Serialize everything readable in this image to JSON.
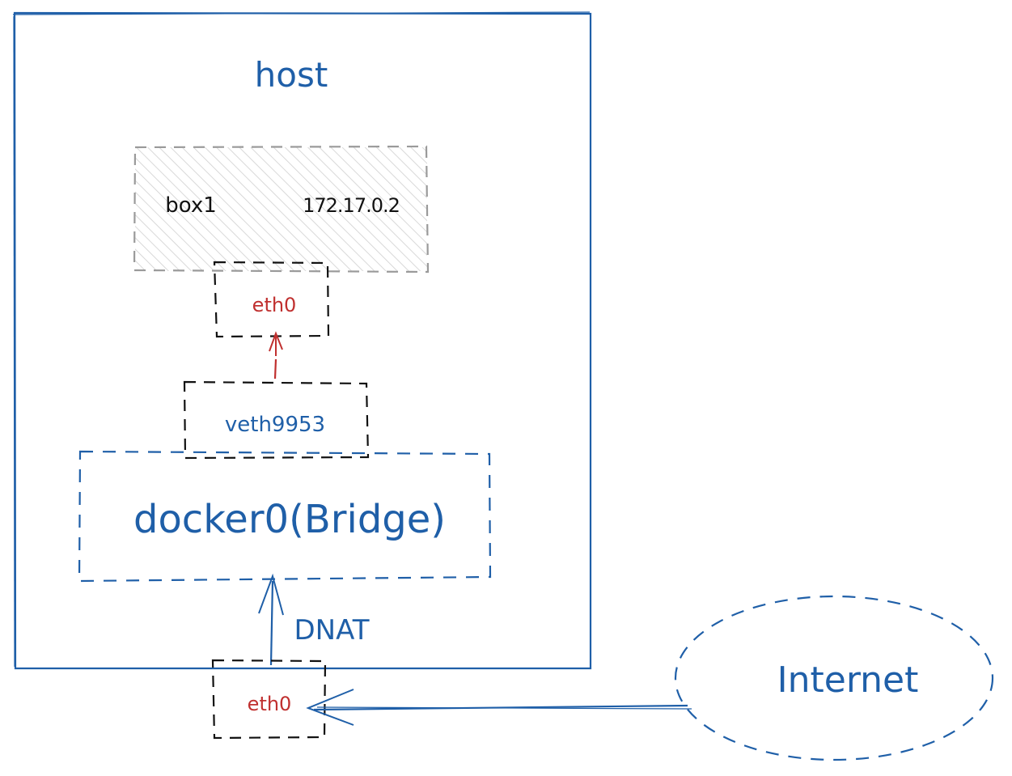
{
  "diagram": {
    "colors": {
      "blue": "#1f5fa8",
      "red": "#c0302f",
      "black": "#111111",
      "gray": "#9a9a9a",
      "hatch": "#c8c8c8"
    },
    "labels": {
      "host": "host",
      "container_name": "box1",
      "container_ip": "172.17.0.2",
      "container_iface": "eth0",
      "veth": "veth9953",
      "bridge": "docker0(Bridge)",
      "dnat": "DNAT",
      "host_iface": "eth0",
      "internet": "Internet"
    }
  }
}
